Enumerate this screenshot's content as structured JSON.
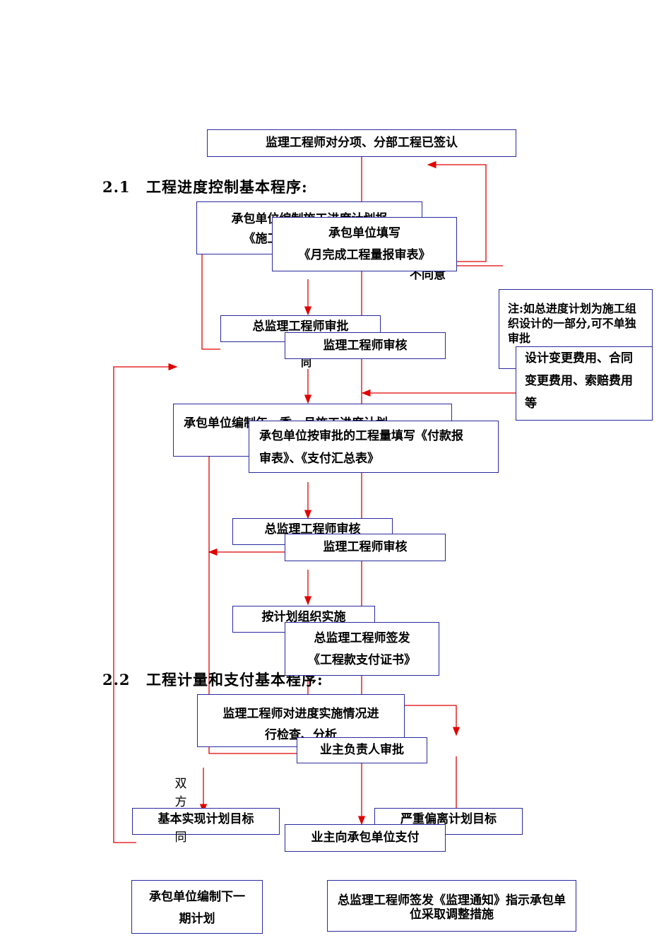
{
  "headings": {
    "h1_num": "2.1",
    "h1_text": "工程进度控制基本程序:",
    "h2_num": "2.2",
    "h2_text": "工程计量和支付基本程序:"
  },
  "progress_flow": {
    "b1_l1": "承包单位编制施工进度计划报",
    "b1_l2": "《施工进度计划报审表》",
    "b2": "总监理工程师审批",
    "b3": "承包单位编制年、季、月施工进度计划",
    "b4": "总监理工程师审核",
    "b5": "按计划组织实施",
    "b6_l1": "监理工程师对进度实施情况进",
    "b6_l2": "行检查、分析",
    "b7": "基本实现计划目标",
    "b8": "严重偏离计划目标",
    "b9_l1": "承包单位编制下一",
    "b9_l2": "期计划",
    "b10": "总监理工程师签发《监理通知》指示承包单位采取调整措施",
    "disagree_1": "不同意",
    "disagree_2": "同",
    "double_chars": [
      "双",
      "方",
      "同"
    ]
  },
  "payment_flow": {
    "p1": "监理工程师对分项、分部工程已签认",
    "p2_l1": "承包单位填写",
    "p2_l2": "《月完成工程量报审表》",
    "p3": "监理工程师审核",
    "p4_l1": "承包单位按审批的工程量填写《付款报",
    "p4_l2": "审表》、《支付汇总表》",
    "p5": "监理工程师审核",
    "p6_l1": "总监理工程师签发",
    "p6_l2": "《工程款支付证书》",
    "p7": "业主负责人审批",
    "p8": "业主向承包单位支付"
  },
  "notes": {
    "note1": "注:如总进度计划为施工组织设计的一部分,可不单独审批",
    "note2_l1": "设计变更费用、合同",
    "note2_l2": "变更费用、索赔费用",
    "note2_l3": "等"
  },
  "colors": {
    "arrow": "#e00000",
    "border": "#2a2aa0"
  }
}
